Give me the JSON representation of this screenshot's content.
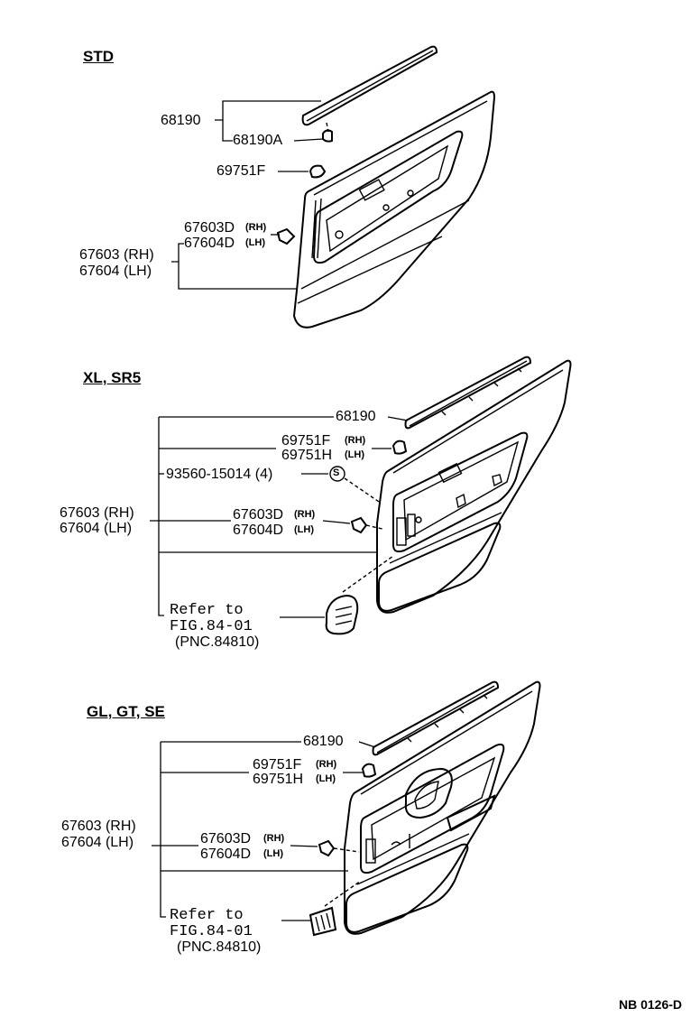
{
  "sections": {
    "std": {
      "title": "STD",
      "labels": {
        "p68190": "68190",
        "p68190a": "68190A",
        "p69751f": "69751F",
        "p67603d": "67603D",
        "p67603d_side": "(RH)",
        "p67604d": "67604D",
        "p67604d_side": "(LH)",
        "p67603": "67603 (RH)",
        "p67604": "67604 (LH)"
      }
    },
    "xl": {
      "title": "XL, SR5",
      "labels": {
        "p68190": "68190",
        "p69751f": "69751F",
        "p69751f_side": "(RH)",
        "p69751h": "69751H",
        "p69751h_side": "(LH)",
        "p93560": "93560-15014 (4)",
        "p67603d": "67603D",
        "p67603d_side": "(RH)",
        "p67604d": "67604D",
        "p67604d_side": "(LH)",
        "p67603": "67603 (RH)",
        "p67604": "67604 (LH)",
        "refer1": "Refer to",
        "refer2": "FIG.84-01",
        "refer3": "(PNC.84810)",
        "s_symbol": "S"
      }
    },
    "gl": {
      "title": "GL, GT, SE",
      "labels": {
        "p68190": "68190",
        "p69751f": "69751F",
        "p69751f_side": "(RH)",
        "p69751h": "69751H",
        "p69751h_side": "(LH)",
        "p67603d": "67603D",
        "p67603d_side": "(RH)",
        "p67604d": "67604D",
        "p67604d_side": "(LH)",
        "p67603": "67603 (RH)",
        "p67604": "67604 (LH)",
        "refer1": "Refer to",
        "refer2": "FIG.84-01",
        "refer3": "(PNC.84810)"
      }
    }
  },
  "footer_code": "NB 0126-D"
}
